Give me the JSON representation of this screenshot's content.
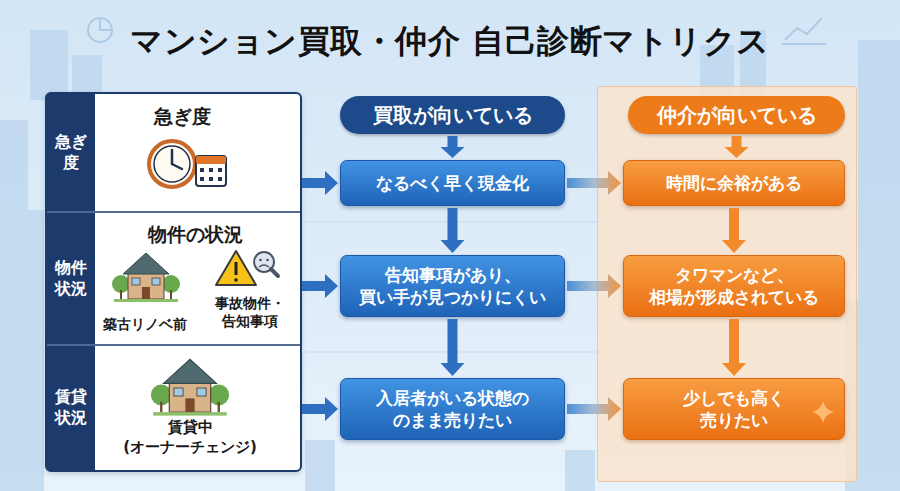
{
  "diagram": {
    "title": "マンション買取・仲介 自己診断マトリクス",
    "nodes": [
      {
        "text": [
          "買取が向いている"
        ]
      },
      {
        "text": [
          "仲介が向いている"
        ]
      },
      {
        "text": [
          "急ぎ度"
        ]
      },
      {
        "text": [
          "急ぎ度"
        ]
      },
      {
        "text": [
          "なるべく早く現金化"
        ]
      },
      {
        "text": [
          "時間に余裕がある"
        ]
      },
      {
        "text": [
          "物件 状況"
        ]
      },
      {
        "text": [
          "物件の状況",
          "築古リノベ前",
          "事故物件・ 告知事項"
        ]
      },
      {
        "text": [
          "告知事項があり、 買い手が見つかりにくい"
        ]
      },
      {
        "text": [
          "タワマンなど、 相場が形成されている"
        ]
      },
      {
        "text": [
          "賃貸 状況"
        ]
      },
      {
        "text": [
          "賃貸中 (オーナーチェンジ)"
        ]
      },
      {
        "text": [
          "入居者がいる状態の のまま売りたい"
        ]
      },
      {
        "text": [
          "少しでも高く 売りたい"
        ]
      }
    ],
    "edges": [
      {
        "from": 0,
        "to": 4,
        "arrow": "to"
      },
      {
        "from": 4,
        "to": 8,
        "arrow": "to"
      },
      {
        "from": 8,
        "to": 12,
        "arrow": "to"
      },
      {
        "from": 1,
        "to": 5,
        "arrow": "to"
      },
      {
        "from": 5,
        "to": 9,
        "arrow": "to"
      },
      {
        "from": 9,
        "to": 13,
        "arrow": "to"
      },
      {
        "from": 3,
        "to": 4,
        "arrow": "to"
      },
      {
        "from": 7,
        "to": 8,
        "arrow": "to"
      },
      {
        "from": 11,
        "to": 12,
        "arrow": "to"
      },
      {
        "from": 4,
        "to": 5,
        "arrow": "to"
      },
      {
        "from": 8,
        "to": 9,
        "arrow": "to"
      },
      {
        "from": 12,
        "to": 13,
        "arrow": "to"
      }
    ]
  }
}
